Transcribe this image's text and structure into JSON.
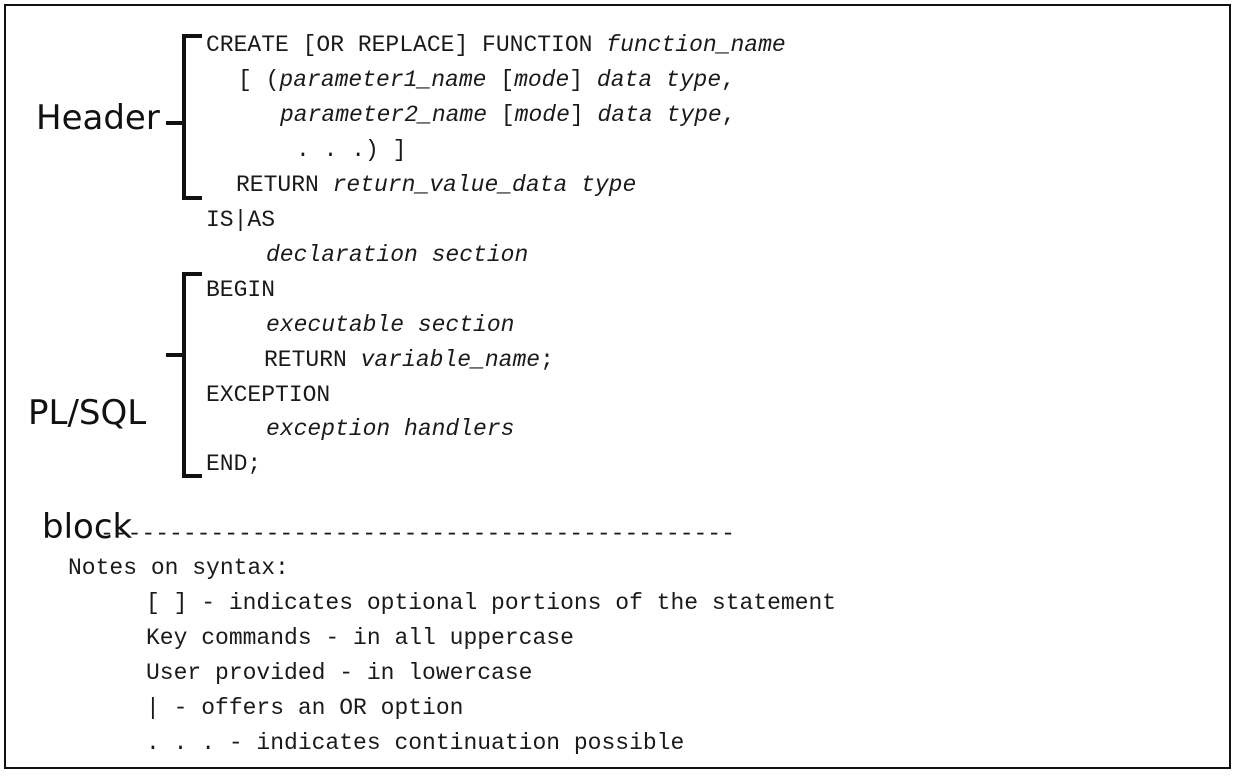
{
  "labels": {
    "header": "Header",
    "plsql_line1": "PL/SQL",
    "plsql_line2": "block"
  },
  "code": {
    "l1_kw": "CREATE [OR REPLACE] FUNCTION ",
    "l1_it": "function_name",
    "l2_pre": "[ (",
    "l2_it1": "parameter1_name",
    "l2_mid": " [",
    "l2_it2": "mode",
    "l2_mid2": "] ",
    "l2_it3": "data type",
    "l2_end": ",",
    "l3_it1": "parameter2_name",
    "l3_mid": " [",
    "l3_it2": "mode",
    "l3_mid2": "] ",
    "l3_it3": "data type",
    "l3_end": ",",
    "l4": ". . .) ]",
    "l5_kw": "RETURN ",
    "l5_it": "return_value_data type",
    "l6": "IS|AS",
    "l7_it": "declaration section",
    "l8": "BEGIN",
    "l9_it": "executable section",
    "l10_kw": "RETURN ",
    "l10_it": "variable_name",
    "l10_end": ";",
    "l11": "EXCEPTION",
    "l12_it": "exception handlers",
    "l13": "END;"
  },
  "notes": {
    "separator": "----------------------------------------------",
    "title": "Notes on syntax:",
    "items": [
      "[ ] - indicates optional portions of the statement",
      "Key commands - in all uppercase",
      "User provided - in lowercase",
      "| - offers an OR option",
      ". . . - indicates continuation possible"
    ]
  }
}
